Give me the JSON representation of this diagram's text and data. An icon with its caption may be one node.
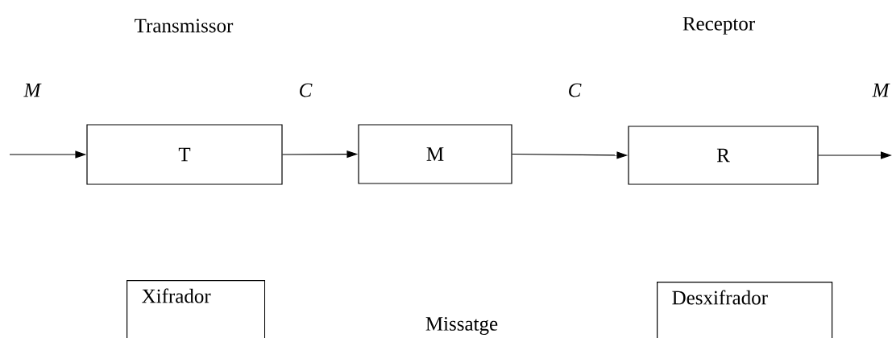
{
  "diagram": {
    "nodes": [
      {
        "text": [
          "T"
        ]
      },
      {
        "text": [
          "M"
        ]
      },
      {
        "text": [
          "R"
        ]
      },
      {
        "text": [
          "Xifrador"
        ]
      },
      {
        "text": [
          "Desxifrador"
        ]
      }
    ],
    "edges": [
      {
        "from": null,
        "to": 0,
        "arrow": "to"
      },
      {
        "from": 0,
        "to": 1,
        "arrow": "to"
      },
      {
        "from": 1,
        "to": 2,
        "arrow": "to"
      },
      {
        "from": 2,
        "to": null,
        "arrow": "to"
      }
    ],
    "labels": [
      "Transmissor",
      "Receptor",
      "M",
      "C",
      "C",
      "M",
      "Missatge"
    ]
  }
}
